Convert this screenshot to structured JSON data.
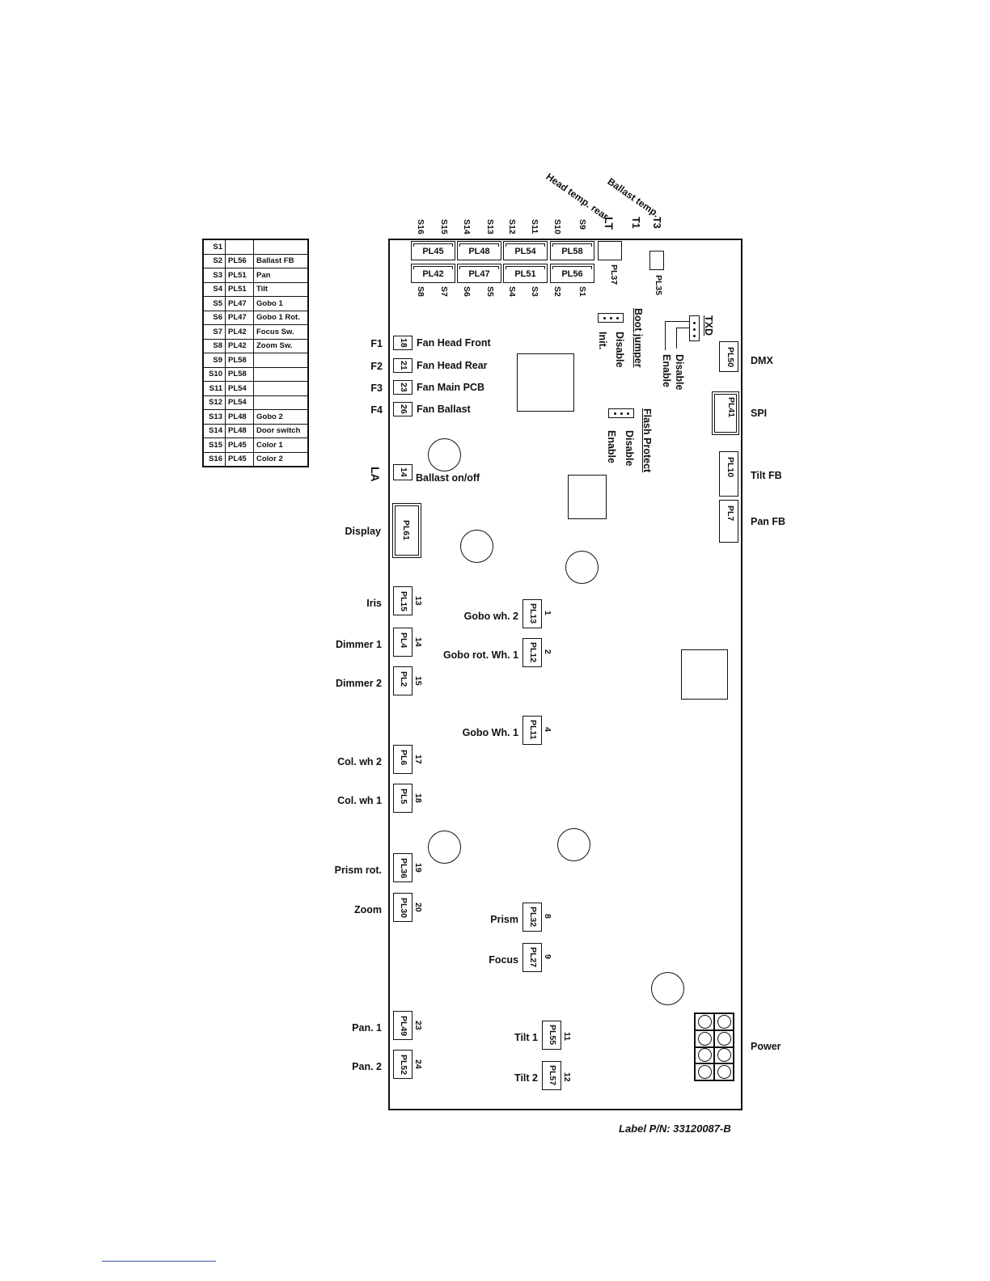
{
  "switch_table": [
    {
      "s": "S1",
      "pl": "",
      "fn": ""
    },
    {
      "s": "S2",
      "pl": "PL56",
      "fn": "Ballast FB"
    },
    {
      "s": "S3",
      "pl": "PL51",
      "fn": "Pan"
    },
    {
      "s": "S4",
      "pl": "PL51",
      "fn": "Tilt"
    },
    {
      "s": "S5",
      "pl": "PL47",
      "fn": "Gobo 1"
    },
    {
      "s": "S6",
      "pl": "PL47",
      "fn": "Gobo 1 Rot."
    },
    {
      "s": "S7",
      "pl": "PL42",
      "fn": "Focus Sw."
    },
    {
      "s": "S8",
      "pl": "PL42",
      "fn": "Zoom Sw."
    },
    {
      "s": "S9",
      "pl": "PL58",
      "fn": ""
    },
    {
      "s": "S10",
      "pl": "PL58",
      "fn": ""
    },
    {
      "s": "S11",
      "pl": "PL54",
      "fn": ""
    },
    {
      "s": "S12",
      "pl": "PL54",
      "fn": ""
    },
    {
      "s": "S13",
      "pl": "PL48",
      "fn": "Gobo 2"
    },
    {
      "s": "S14",
      "pl": "PL48",
      "fn": "Door switch"
    },
    {
      "s": "S15",
      "pl": "PL45",
      "fn": "Color 1"
    },
    {
      "s": "S16",
      "pl": "PL45",
      "fn": "Color 2"
    }
  ],
  "top": {
    "head_temp": "Head temp. rear",
    "ballast_temp": "Ballast temp.",
    "lt": "LT",
    "t1": "T1",
    "t3": "T3",
    "switch_top": [
      "S16",
      "S15",
      "S14",
      "S13",
      "S12",
      "S11",
      "S10",
      "S9"
    ],
    "switch_bottom": [
      "S8",
      "S7",
      "S6",
      "S5",
      "S4",
      "S3",
      "S2",
      "S1"
    ],
    "row1": [
      "PL45",
      "PL48",
      "PL54",
      "PL58"
    ],
    "row2": [
      "PL42",
      "PL47",
      "PL51",
      "PL56"
    ],
    "pl37": "PL37",
    "pl35": "PL35"
  },
  "jumpers": {
    "boot_title": "Boot jumper",
    "boot_disable": "Disable",
    "boot_init": "Init.",
    "txd_title": "TXD",
    "txd_disable": "Disable",
    "txd_enable": "Enable",
    "flash_title": "Flash Protect",
    "flash_disable": "Disable",
    "flash_enable": "Enable"
  },
  "fans": [
    {
      "f": "F1",
      "n": "18",
      "label": "Fan Head Front"
    },
    {
      "f": "F2",
      "n": "21",
      "label": "Fan Head Rear"
    },
    {
      "f": "F3",
      "n": "23",
      "label": "Fan Main PCB"
    },
    {
      "f": "F4",
      "n": "26",
      "label": "Fan Ballast"
    }
  ],
  "ballast": {
    "la": "LA",
    "n": "14",
    "label": "Ballast on/off"
  },
  "display": {
    "label": "Display",
    "pl": "PL61"
  },
  "left_conns": [
    {
      "label": "Iris",
      "pl": "PL15",
      "n": "13"
    },
    {
      "label": "Dimmer 1",
      "pl": "PL4",
      "n": "14"
    },
    {
      "label": "Dimmer 2",
      "pl": "PL2",
      "n": "15"
    },
    {
      "label": "Col. wh 2",
      "pl": "PL6",
      "n": "17"
    },
    {
      "label": "Col. wh 1",
      "pl": "PL5",
      "n": "18"
    },
    {
      "label": "Prism rot.",
      "pl": "PL36",
      "n": "19"
    },
    {
      "label": "Zoom",
      "pl": "PL30",
      "n": "20"
    },
    {
      "label": "Pan. 1",
      "pl": "PL49",
      "n": "23"
    },
    {
      "label": "Pan. 2",
      "pl": "PL52",
      "n": "24"
    }
  ],
  "mid_conns": [
    {
      "label": "Gobo wh. 2",
      "pl": "PL13",
      "n": "1"
    },
    {
      "label": "Gobo rot. Wh. 1",
      "pl": "PL12",
      "n": "2"
    },
    {
      "label": "Gobo Wh. 1",
      "pl": "PL11",
      "n": "4"
    },
    {
      "label": "Prism",
      "pl": "PL32",
      "n": "8"
    },
    {
      "label": "Focus",
      "pl": "PL27",
      "n": "9"
    },
    {
      "label": "Tilt 1",
      "pl": "PL55",
      "n": "11"
    },
    {
      "label": "Tilt 2",
      "pl": "PL57",
      "n": "12"
    }
  ],
  "right_conns": [
    {
      "label": "DMX",
      "pl": "PL50"
    },
    {
      "label": "SPI",
      "pl": "PL41"
    },
    {
      "label": "Tilt FB",
      "pl": "PL10"
    },
    {
      "label": "Pan FB",
      "pl": "PL7"
    },
    {
      "label": "Power",
      "pl": ""
    }
  ],
  "label_pn": "Label P/N: 33120087-B"
}
